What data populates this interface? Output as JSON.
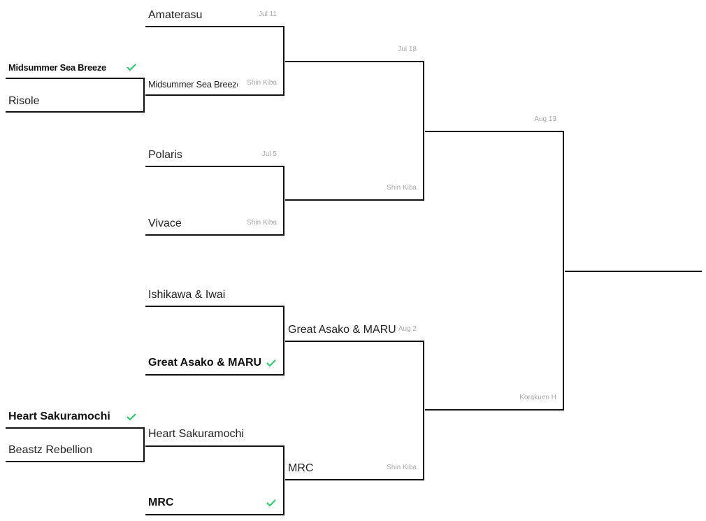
{
  "colors": {
    "line": "#111111",
    "check": "#2ecc71",
    "meta": "#a8a8a8"
  },
  "round0": {
    "m1": {
      "winner": "Midsummer Sea Breeze",
      "loser": "Risole"
    },
    "m2": {
      "winner": "Heart Sakuramochi",
      "loser": "Beastz Rebellion"
    }
  },
  "round1": {
    "m1": {
      "top": "Amaterasu",
      "bottom": "Midsummer Sea Breeze",
      "date": "Jul 11",
      "venue": "Shin Kiba"
    },
    "m2": {
      "top": "Polaris",
      "bottom": "Vivace",
      "date": "Jul 5",
      "venue": "Shin Kiba"
    },
    "m3": {
      "top": "Ishikawa & Iwai",
      "bottom": "Great Asako & MARU",
      "venue": ""
    },
    "m4": {
      "top": "Heart Sakuramochi",
      "bottom": "MRC"
    }
  },
  "round2": {
    "m1": {
      "date": "Jul 18",
      "venue": "Shin Kiba"
    },
    "m2": {
      "top": "Great Asako & MARU",
      "bottom": "MRC",
      "date": "Aug 2",
      "venue": "Shin Kiba"
    }
  },
  "round3": {
    "final": {
      "date": "Aug 13",
      "venue": "Korakuen H"
    }
  }
}
